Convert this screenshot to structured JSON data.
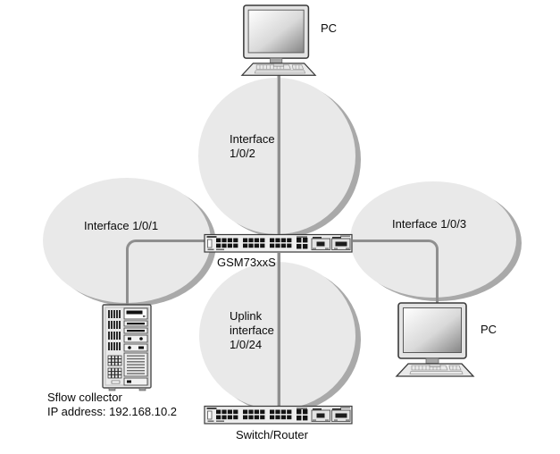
{
  "diagram": {
    "kind": "network-topology",
    "labels": {
      "pc_top": "PC",
      "pc_right": "PC",
      "switch_name": "GSM73xxS",
      "switch_router": "Switch/Router",
      "sflow_line1": "Sflow collector",
      "sflow_line2": "IP address: 192.168.10.2"
    },
    "interfaces": {
      "if102_line1": "Interface",
      "if102_line2": "1/0/2",
      "if101": "Interface 1/0/1",
      "if103": "Interface 1/0/3",
      "uplink_line1": "Uplink",
      "uplink_line2": "interface",
      "uplink_line3": "1/0/24"
    },
    "colors": {
      "zone_fill": "#e9e9e9",
      "zone_shadow": "#a9a9a9",
      "link_line": "#8f8f8f",
      "text": "#0a0a0a"
    },
    "icon_names": [
      "pc-icon",
      "switch-icon",
      "server-icon"
    ]
  }
}
